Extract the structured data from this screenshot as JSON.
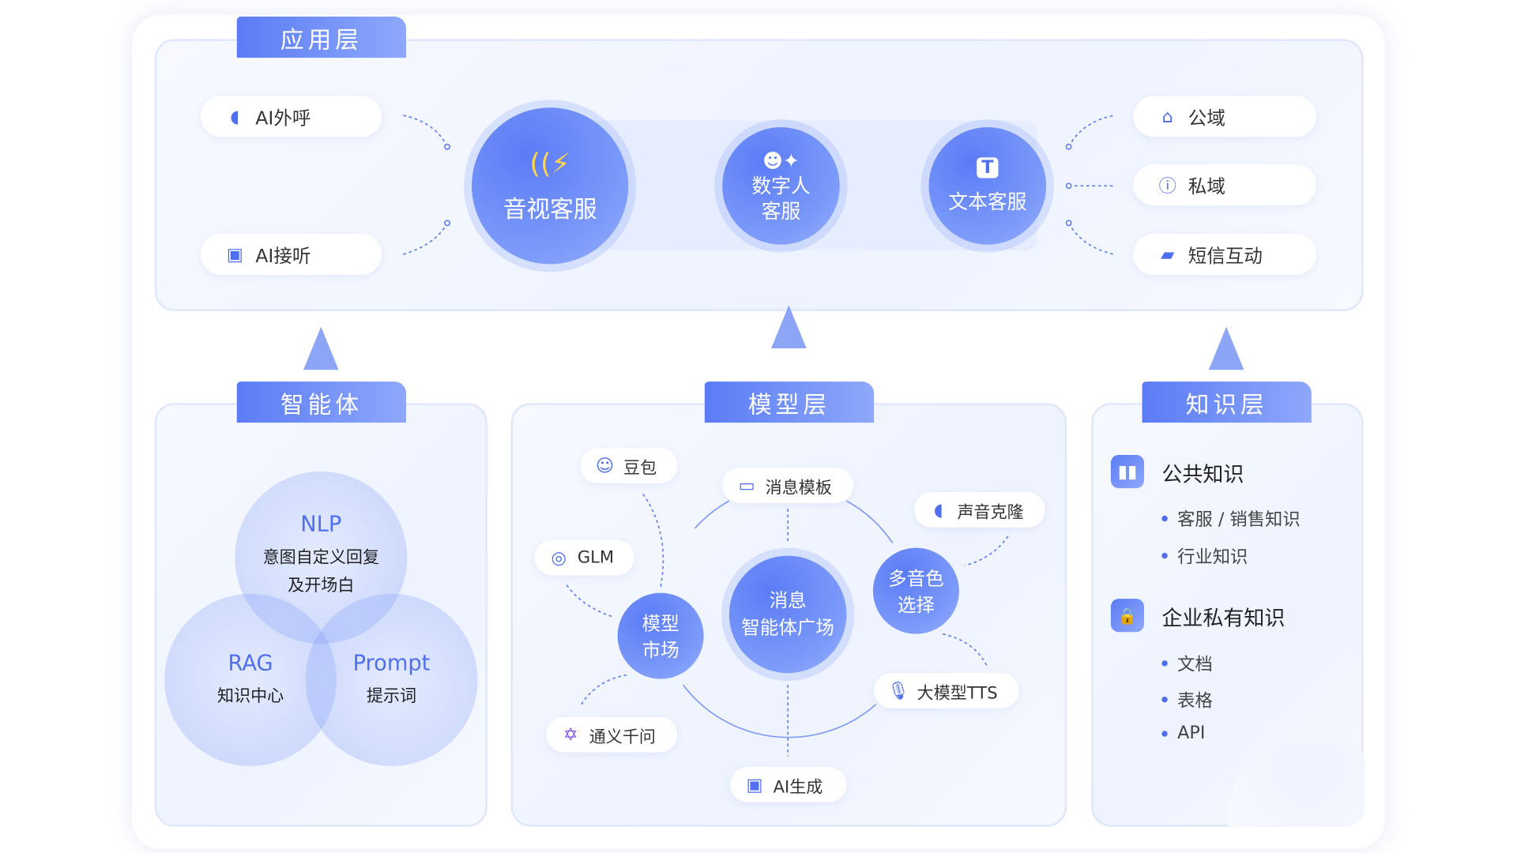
{
  "app_layer": {
    "title": "应用层",
    "left_items": [
      {
        "label": "AI外呼",
        "icon": "head-speaking-icon"
      },
      {
        "label": "AI接听",
        "icon": "robot-icon"
      }
    ],
    "center_nodes": [
      "音视客服",
      "数字人客服",
      "文本客服"
    ],
    "right_items": [
      {
        "label": "公域",
        "icon": "house-icon"
      },
      {
        "label": "私域",
        "icon": "info-person-icon"
      },
      {
        "label": "短信互动",
        "icon": "chat-icon"
      }
    ]
  },
  "agent_layer": {
    "title": "智能体",
    "nlp": {
      "title": "NLP",
      "line1": "意图自定义回复",
      "line2": "及开场白"
    },
    "rag": {
      "title": "RAG",
      "sub": "知识中心"
    },
    "prompt": {
      "title": "Prompt",
      "sub": "提示词"
    }
  },
  "model_layer": {
    "title": "模型层",
    "center": {
      "line1": "消息",
      "line2": "智能体广场"
    },
    "market": {
      "line1": "模型",
      "line2": "市场"
    },
    "voice": {
      "line1": "多音色",
      "line2": "选择"
    },
    "pills": {
      "doubao": "豆包",
      "template": "消息模板",
      "clone": "声音克隆",
      "glm": "GLM",
      "tts": "大模型TTS",
      "tongyi": "通义千问",
      "aigen": "AI生成"
    }
  },
  "knowledge_layer": {
    "title": "知识层",
    "public": {
      "title": "公共知识",
      "items": [
        "客服 / 销售知识",
        "行业知识"
      ]
    },
    "private": {
      "title": "企业私有知识",
      "items": [
        "文档",
        "表格",
        "API"
      ]
    }
  },
  "colors": {
    "accent": "#5b7cf5",
    "light": "#eef3ff"
  }
}
